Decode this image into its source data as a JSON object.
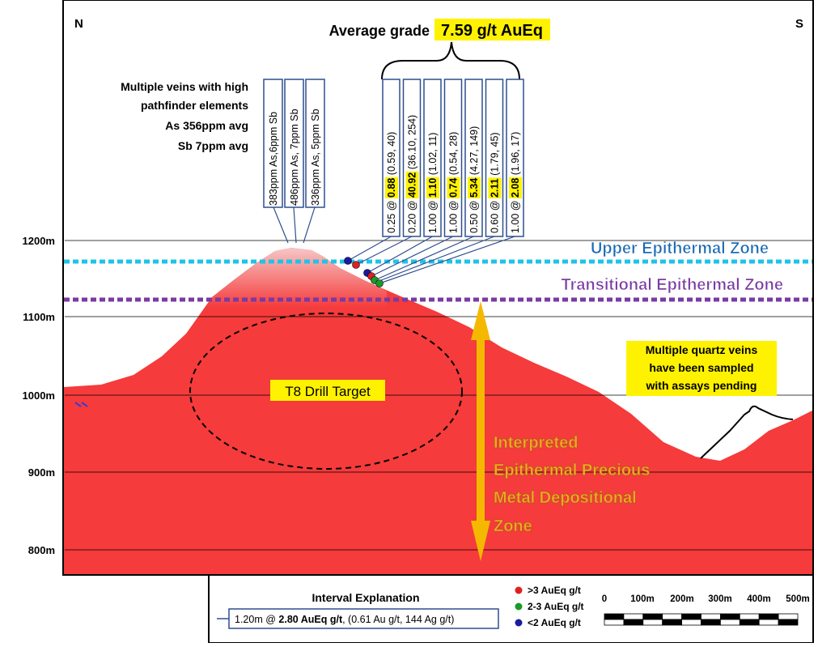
{
  "compass": {
    "left": "N",
    "right": "S"
  },
  "average_grade": {
    "prefix": "Average grade ",
    "value": "7.59 g/t AuEq"
  },
  "pathfinder_note": [
    "Multiple veins with high",
    "pathfinder elements",
    "As 356ppm avg",
    "Sb 7ppm avg"
  ],
  "sb_boxes": [
    "383ppm As,6ppm Sb",
    "486ppm As, 7ppm Sb",
    "336ppm As,  5ppm Sb"
  ],
  "intervals": [
    {
      "pre": "0.25 @ ",
      "grade": "0.88",
      "post": " (0.59, 40)"
    },
    {
      "pre": "0.20 @ ",
      "grade": "40.92",
      "post": " (36.10, 254)"
    },
    {
      "pre": "1.00 @ ",
      "grade": "1.10",
      "post": " (1.02, 11)"
    },
    {
      "pre": "1.00 @ ",
      "grade": "0.74",
      "post": " (0.54, 28)"
    },
    {
      "pre": "0.50 @ ",
      "grade": "5.34",
      "post": " (4.27, 149)"
    },
    {
      "pre": "0.60 @ ",
      "grade": "2.11",
      "post": " (1.79, 45)"
    },
    {
      "pre": "1.00 @ ",
      "grade": "2.08",
      "post": " (1.96, 17)"
    }
  ],
  "elevation_labels": [
    "1200m",
    "1100m",
    "1000m",
    "900m",
    "800m"
  ],
  "zones": {
    "upper": "Upper Epithermal Zone",
    "transitional": "Transitional Epithermal Zone",
    "interpreted": [
      "Interpreted",
      "Epithermal Precious",
      "Metal Depositional",
      "Zone"
    ]
  },
  "target_label": "T8 Drill Target",
  "quartz_note": [
    "Multiple quartz veins",
    "have been sampled",
    "with assays pending"
  ],
  "legend": {
    "title": "Interval Explanation",
    "example_pre": "1.20m @ ",
    "example_bold": "2.80 AuEq g/t",
    "example_post": ", (0.61 Au g/t, 144 Ag g/t)",
    "grade_classes": [
      {
        "label": ">3 AuEq g/t",
        "color": "#e02020"
      },
      {
        "label": "2-3 AuEq g/t",
        "color": "#1a9a2a"
      },
      {
        "label": "<2 AuEq g/t",
        "color": "#1a1aa0"
      }
    ]
  },
  "scale_bar": [
    "0",
    "100m",
    "200m",
    "300m",
    "400m",
    "500m"
  ],
  "colors": {
    "body": "#f53b3b",
    "upper_line": "#1ec3ea",
    "transitional_line": "#7a3aa3",
    "upper_text": "#1a6ab4",
    "transitional_text": "#7a3aa3",
    "interpreted_text": "#f5a623",
    "highlight": "#fff200",
    "box_border": "#2f4f8f"
  },
  "icons": [
    "double-arrow-icon"
  ]
}
